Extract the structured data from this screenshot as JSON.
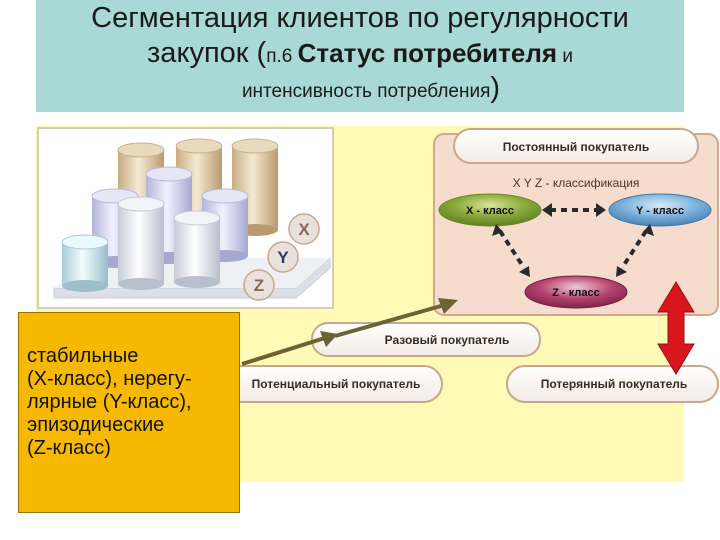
{
  "title": {
    "line1": "Сегментация клиентов по регулярности",
    "line2_a": "закупок (",
    "line2_b": "п.6 ",
    "line2_c": "Статус потребителя",
    "line2_d": " и",
    "line3_a": "интенсивность потребления",
    "line3_b": ")"
  },
  "diagram": {
    "permanent": "Постоянный покупатель",
    "classification": "X Y Z - классификация",
    "x_class": "X - класс",
    "y_class": "Y - класс",
    "z_class": "Z - класс",
    "one_time": "Разовый покупатель",
    "potential": "Потенциальный покупатель",
    "lost": "Потерянный покупатель"
  },
  "cylinders": {
    "x": "X",
    "y": "Y",
    "z": "Z"
  },
  "note": {
    "l1": "стабильные",
    "l2": "(X-класс), нерегу-",
    "l3": "лярные (Y-класс),",
    "l4": "эпизодические",
    "l5": "(Z-класс)"
  },
  "colors": {
    "title_band": "#a9d9d6",
    "highlight": "#fffbb7",
    "note_box": "#f7b800",
    "panel": "#f5d9c9",
    "pill_border": "#c9a78d",
    "x_class": "#7a9a2e",
    "y_class": "#5a93c4",
    "z_class": "#8a2550",
    "red_arrow": "#d8171c",
    "connector": "#6b6333"
  }
}
